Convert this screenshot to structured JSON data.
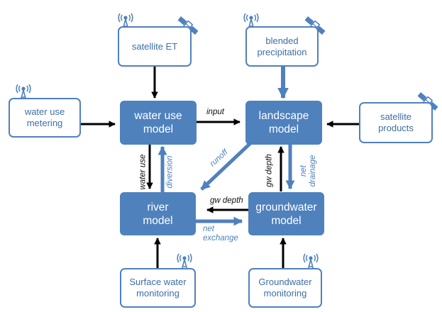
{
  "colors": {
    "box_fill": "#4f81bd",
    "box_text": "#ffffff",
    "outline": "#4f81bd",
    "outline_text": "#3d6ea8",
    "black_arrow": "#000000",
    "blue_arrow": "#4f81bd"
  },
  "core": {
    "water_use_model": "water use\nmodel",
    "landscape_model": "landscape\nmodel",
    "river_model": "river\nmodel",
    "groundwater_model": "groundwater\nmodel"
  },
  "sources": {
    "satellite_et": "satellite ET",
    "blended_precipitation": "blended\nprecipitation",
    "water_use_metering": "water use\nmetering",
    "satellite_products": "satellite\nproducts",
    "surface_water_monitoring": "Surface water\nmonitoring",
    "groundwater_monitoring": "Groundwater\nmonitoring"
  },
  "flows": {
    "input": "input",
    "water_use": "water use",
    "diversion": "diversion",
    "runoff": "runoff",
    "gw_depth_vertical": "gw depth",
    "net_drainage": "net\ndrainage",
    "gw_depth_horizontal": "gw depth",
    "net_exchange": "net\nexchange"
  },
  "icons": {
    "antenna": "radio-tower-icon",
    "satellite": "satellite-icon"
  }
}
